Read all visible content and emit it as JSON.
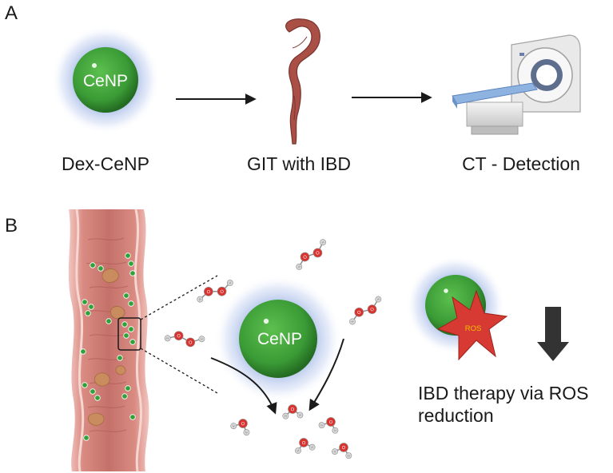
{
  "panel_a": {
    "letter": "A",
    "particle_label": "CeNP",
    "steps": [
      "Dex-CeNP",
      "GIT with IBD",
      "CT - Detection"
    ]
  },
  "panel_b": {
    "letter": "B",
    "particle_label": "CeNP",
    "ros_label": "ROS",
    "caption_line1": "IBD therapy via ROS",
    "caption_line2": "reduction",
    "molecule_atom_o": "O",
    "molecule_atom_h": "H"
  },
  "colors": {
    "particle_green": "#3f9d3a",
    "particle_glow": "#b8c8ec",
    "tissue_pink": "#e6a097",
    "tissue_dark": "#b25a55",
    "ros_red": "#d63a32",
    "ros_text": "#f2c200",
    "oxygen_red": "#d8332e",
    "hydrogen_grey": "#d9d9d9",
    "arrow": "#1a1a1a",
    "colon": "#a94f45"
  }
}
